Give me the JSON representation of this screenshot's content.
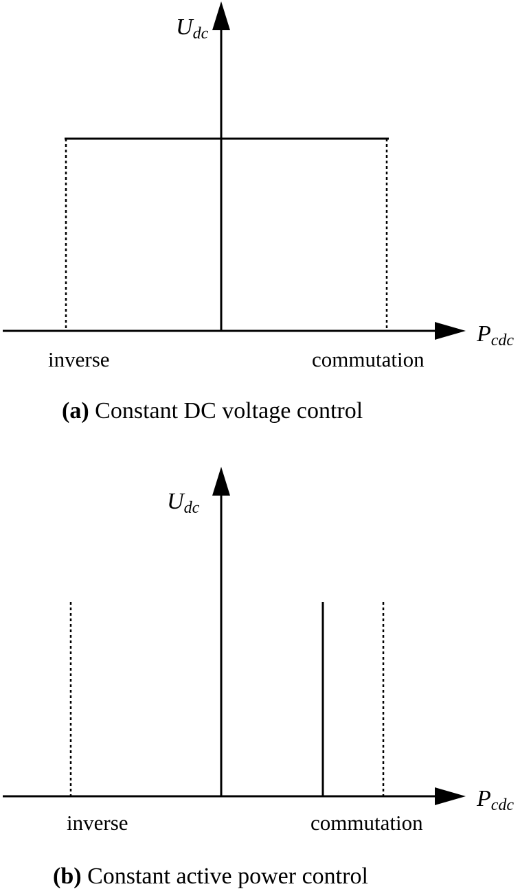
{
  "diagram": {
    "axis": {
      "y_var": "U",
      "y_sub": "dc",
      "x_var": "P",
      "x_sub": "cdc"
    },
    "panels": [
      {
        "id": "a",
        "region_left": "inverse",
        "region_right": "commutation",
        "caption_tag": "(a)",
        "caption_text": " Constant DC voltage control"
      },
      {
        "id": "b",
        "region_left": "inverse",
        "region_right": "commutation",
        "caption_tag": "(b)",
        "caption_text": " Constant active power control"
      }
    ],
    "colors": {
      "stroke": "#000000",
      "background": "#ffffff"
    }
  }
}
